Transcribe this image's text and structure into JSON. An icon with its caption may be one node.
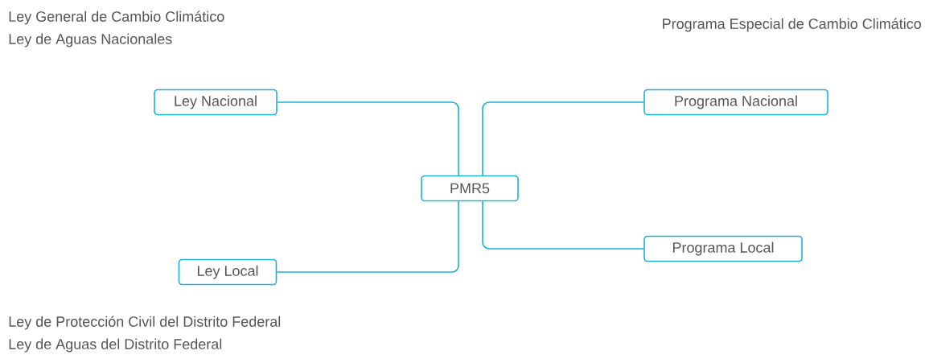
{
  "diagram": {
    "nodes": [
      {
        "text": [
          "Ley Nacional"
        ]
      },
      {
        "text": [
          "Programa Nacional"
        ]
      },
      {
        "text": [
          "PMR5"
        ]
      },
      {
        "text": [
          "Ley Local"
        ]
      },
      {
        "text": [
          "Programa Local"
        ]
      }
    ],
    "edges": [
      {
        "from": 2,
        "to": 0,
        "arrow": "none"
      },
      {
        "from": 2,
        "to": 1,
        "arrow": "none"
      },
      {
        "from": 2,
        "to": 3,
        "arrow": "none"
      },
      {
        "from": 2,
        "to": 4,
        "arrow": "none"
      }
    ],
    "labels": [
      "Ley General de Cambio Climático",
      "Ley de Aguas Nacionales",
      "Programa Especial de Cambio Climático",
      "Ley de Protección Civil del Distrito Federal",
      "Ley de Aguas del Distrito Federal"
    ]
  }
}
